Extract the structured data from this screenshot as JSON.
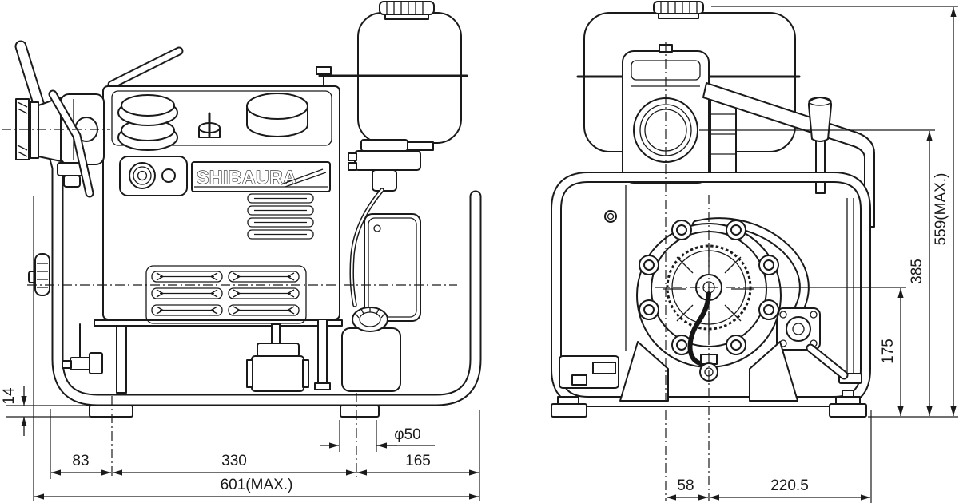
{
  "brand": "SHIBAURA",
  "dims": {
    "foot_height": "14",
    "seg_front": "83",
    "seg_mid": "330",
    "seg_rear": "165",
    "overall_length": "601(MAX.)",
    "port_dia": "φ50",
    "center_offset": "58",
    "center_to_edge": "220.5",
    "pump_center_height": "175",
    "engine_center_height": "385",
    "overall_height": "559(MAX.)"
  },
  "colors": {
    "line": "#1a1a1a",
    "background": "#ffffff"
  }
}
